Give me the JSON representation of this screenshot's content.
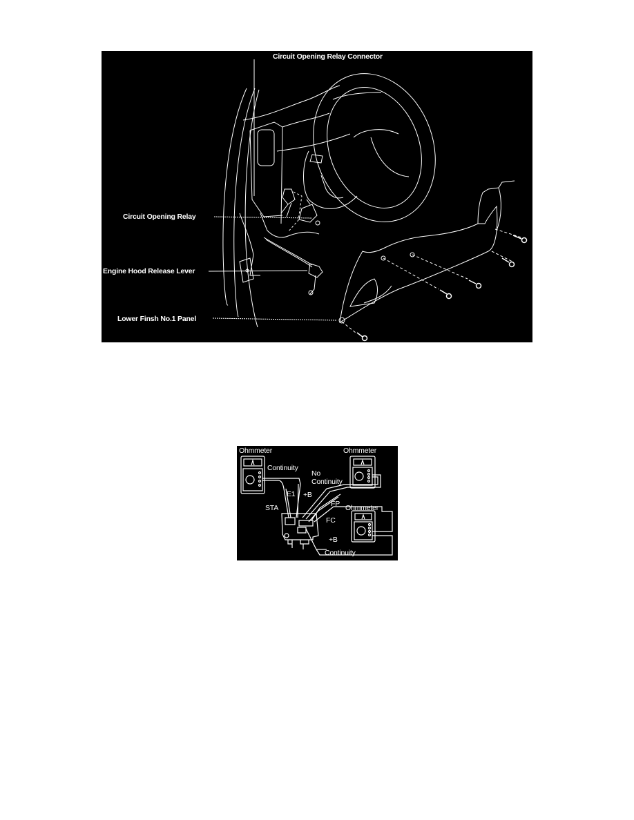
{
  "figure1": {
    "description": "Dashboard lower panel removal diagram (driver side)",
    "background": "#000000",
    "line_color": "#ffffff",
    "labels": {
      "connector": "Circuit  Opening Relay Connector",
      "relay": "Circuit Opening Relay",
      "hood_lever": "Engine Hood Release Lever",
      "lower_panel": "Lower Finsh No.1 Panel"
    }
  },
  "figure2": {
    "description": "Circuit opening relay continuity test diagram",
    "background": "#000000",
    "line_color": "#ffffff",
    "labels": {
      "ohmmeter_1": "Ohmmeter",
      "ohmmeter_2": "Ohmmeter",
      "ohmmeter_3": "Ohmmeter",
      "continuity_1": "Continuity",
      "no": "No",
      "no_continuity": "Continuity",
      "e1": "E1",
      "plus_b_1": "+B",
      "sta": "STA",
      "fp": "FP",
      "fc": "FC",
      "plus_b_2": "+B",
      "continuity_2": "Continuity"
    }
  }
}
